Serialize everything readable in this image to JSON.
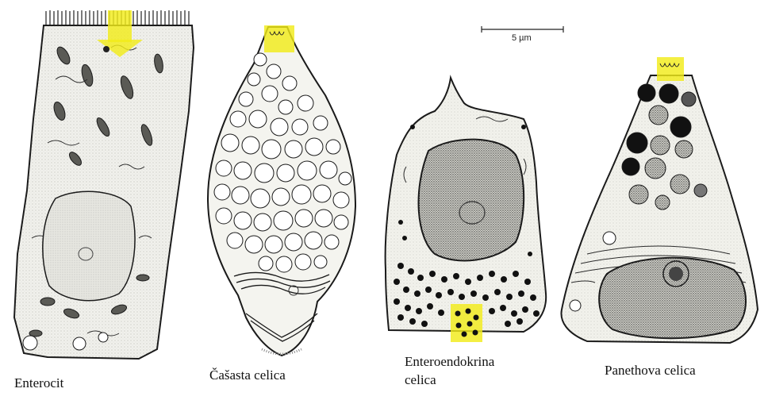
{
  "captions": {
    "enterocyte": "Enterocit",
    "goblet": "Čašasta celica",
    "enteroendocrine_line1": "Enteroendokrina",
    "enteroendocrine_line2": "celica",
    "paneth": "Panethova celica"
  },
  "scale_bar": {
    "label": "5 µm"
  },
  "colors": {
    "highlight": "#f2ec1a",
    "ink": "#1a1a1a",
    "cytoplasm": "#f4f4f0",
    "nucleus": "#d8d8d2"
  }
}
